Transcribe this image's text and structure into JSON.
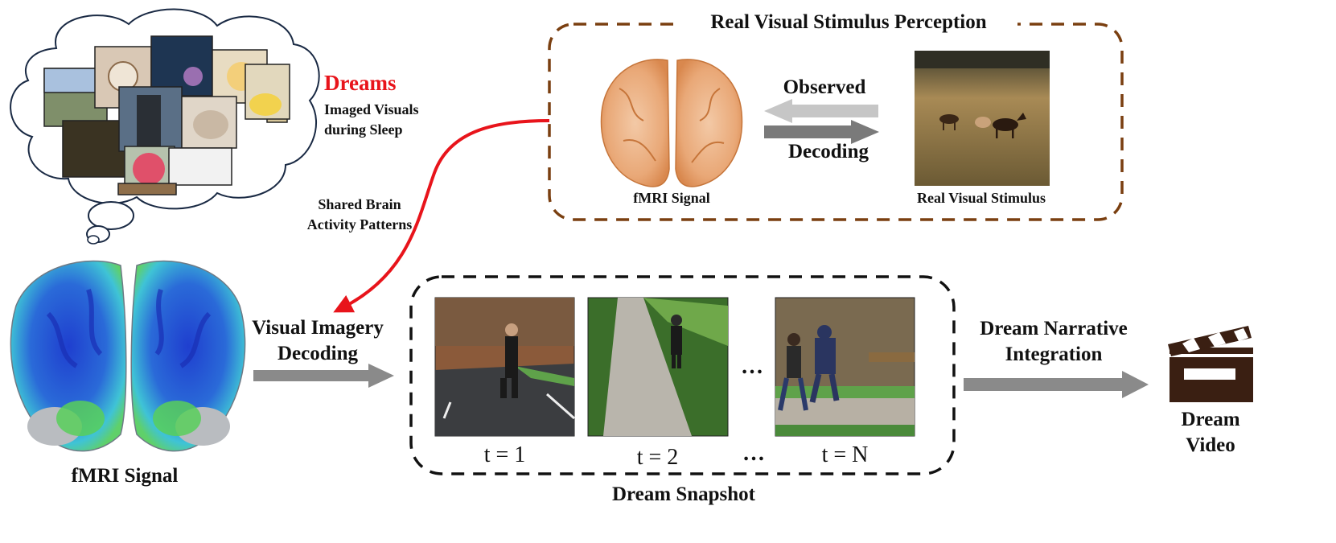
{
  "dreams": {
    "title": "Dreams",
    "subtitle_line1": "Imaged Visuals",
    "subtitle_line2": "during Sleep"
  },
  "shared": {
    "line1": "Shared Brain",
    "line2": "Activity Patterns"
  },
  "real_box": {
    "title": "Real Visual Stimulus Perception",
    "observed": "Observed",
    "decoding": "Decoding",
    "fmri_label": "fMRI Signal",
    "stimulus_label": "Real Visual Stimulus"
  },
  "left_brain": {
    "label": "fMRI Signal"
  },
  "imagery": {
    "line1": "Visual Imagery",
    "line2": "Decoding"
  },
  "snapshot": {
    "caption": "Dream Snapshot",
    "ellipsis": "…",
    "frames": [
      {
        "label": "t = 1"
      },
      {
        "label": "t = 2"
      },
      {
        "label": "t = N"
      }
    ]
  },
  "narrative": {
    "line1": "Dream Narrative",
    "line2": "Integration"
  },
  "video": {
    "line1": "Dream",
    "line2": "Video"
  },
  "colors": {
    "dreams_red": "#e8141b",
    "arrow_red": "#e8141b",
    "box_brown": "#7a3f10",
    "arrow_gray": "#8a8a8a",
    "brain_orange": "#e9a877",
    "brain_blue": "#2d5fd8",
    "brain_cyan": "#3fc3d6",
    "clapper": "#3a1f12"
  }
}
